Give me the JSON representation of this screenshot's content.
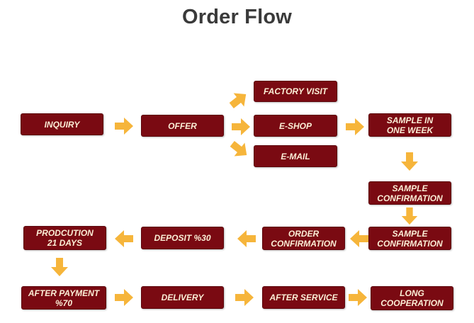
{
  "title": "Order Flow",
  "colors": {
    "box": "#7a0a12",
    "box_text": "#fbeed6",
    "arrow": "#f6b53b"
  },
  "steps": {
    "inquiry": "INQUIRY",
    "offer": "OFFER",
    "factory_visit": "FACTORY VISIT",
    "eshop": "E-SHOP",
    "email": "E-MAIL",
    "sample_one_week": "SAMPLE IN\nONE WEEK",
    "sample_confirmation_1": "SAMPLE\nCONFIRMATION",
    "sample_confirmation_2": "SAMPLE\nCONFIRMATION",
    "order_confirmation": "ORDER\nCONFIRMATION",
    "deposit": "DEPOSIT %30",
    "production": "PRODCUTION\n21 DAYS",
    "after_payment": "AFTER PAYMENT %70",
    "delivery": "DELIVERY",
    "after_service": "AFTER SERVICE",
    "long_cooperation": "LONG\nCOOPERATION"
  },
  "arrows": [
    "inquiry-to-offer",
    "offer-to-factory-visit",
    "offer-to-eshop",
    "offer-to-email",
    "eshop-to-sample-one-week",
    "sample-one-week-to-sample-confirmation",
    "sample-confirmation-to-sample-confirmation",
    "sample-confirmation-to-order-confirmation",
    "order-confirmation-to-deposit",
    "deposit-to-production",
    "production-to-after-payment",
    "after-payment-to-delivery",
    "delivery-to-after-service",
    "after-service-to-long-cooperation"
  ]
}
